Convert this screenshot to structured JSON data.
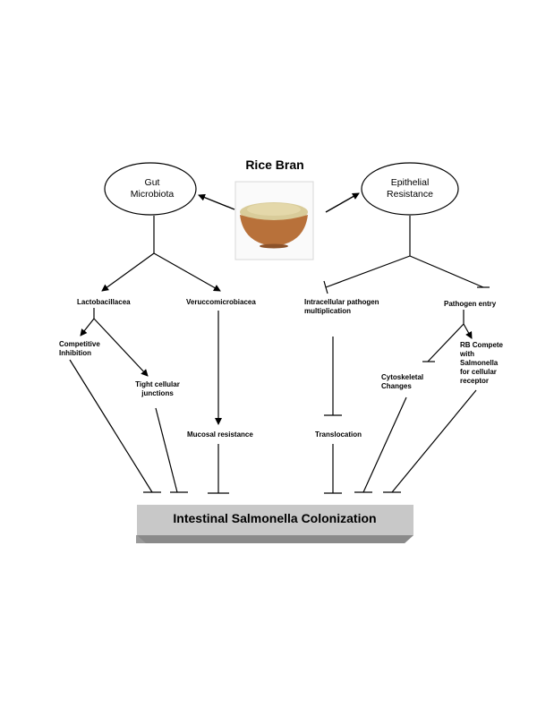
{
  "title": "Rice Bran",
  "left_node": {
    "line1": "Gut",
    "line2": "Microbiota"
  },
  "right_node": {
    "line1": "Epithelial",
    "line2": "Resistance"
  },
  "image": {
    "icon": "rice-bran-bowl"
  },
  "labels": {
    "lactobacillacea": "Lactobacillacea",
    "veruccomicrobiacea": "Veruccomicrobiacea",
    "intracellular_line1": "Intracellular pathogen",
    "intracellular_line2": "multiplication",
    "pathogen_entry": "Pathogen entry",
    "competitive_line1": "Competitive",
    "competitive_line2": "Inhibition",
    "tight_line1": "Tight cellular",
    "tight_line2": "junctions",
    "mucosal": "Mucosal resistance",
    "translocation": "Translocation",
    "cyto_line1": "Cytoskeletal",
    "cyto_line2": "Changes",
    "rb_line1": "RB Compete",
    "rb_line2": "with",
    "rb_line3": "Salmonella",
    "rb_line4": "for cellular",
    "rb_line5": "receptor"
  },
  "bottom_bar": {
    "label": "Intestinal Salmonella Colonization",
    "fill": "#c8c8c8"
  }
}
